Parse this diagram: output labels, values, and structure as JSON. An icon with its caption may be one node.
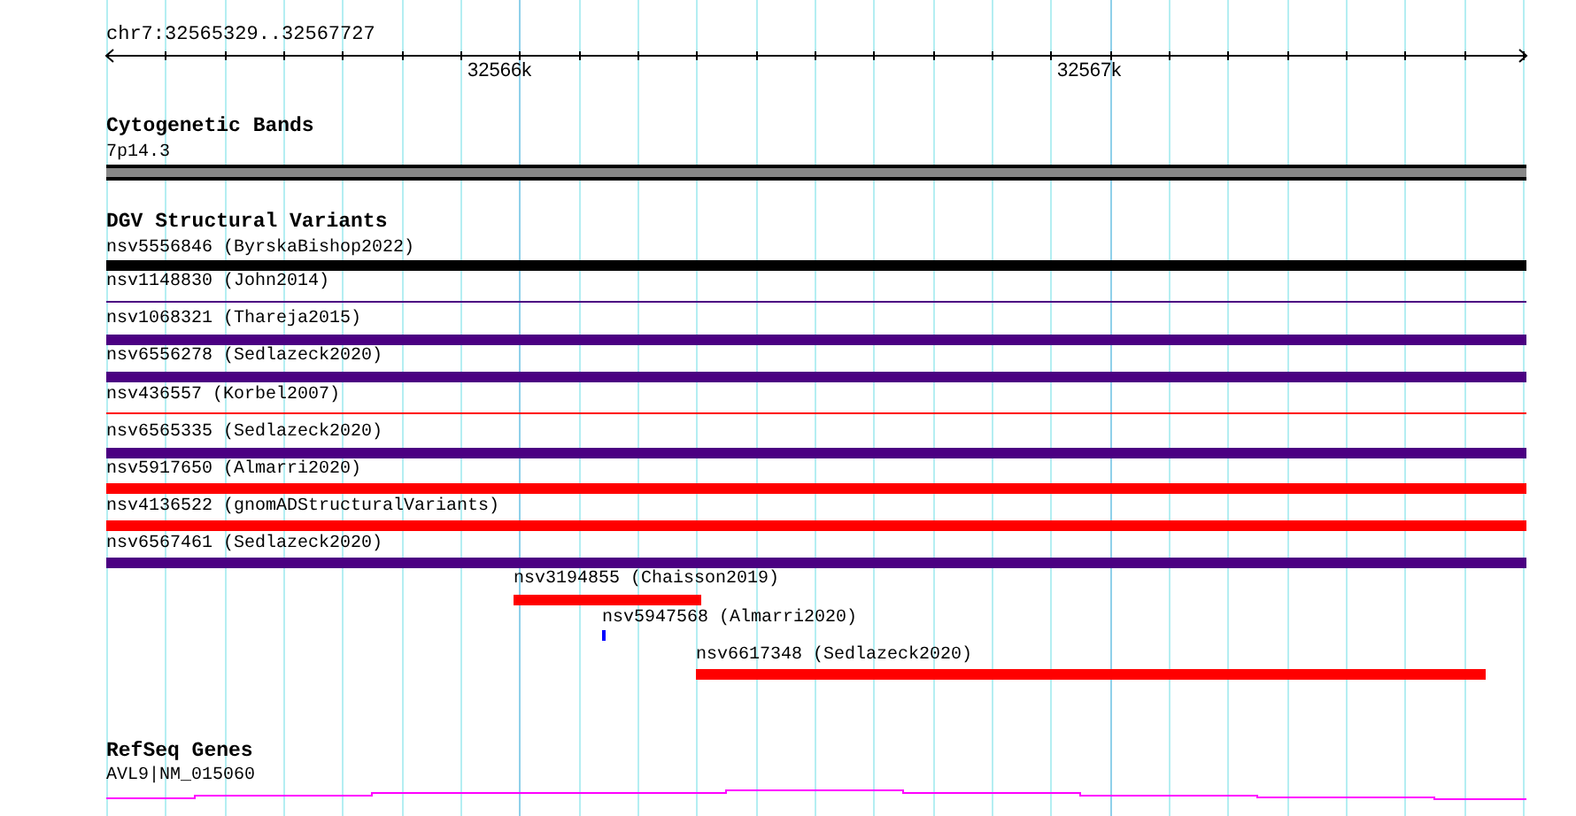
{
  "diagram": {
    "nodes": [
      {
        "text": [
          "7p14.3"
        ]
      },
      {
        "text": [
          "nsv5556846 (ByrskaBishop2022)"
        ]
      },
      {
        "text": [
          "nsv1148830 (John2014)"
        ]
      },
      {
        "text": [
          "nsv1068321 (Thareja2015)"
        ]
      },
      {
        "text": [
          "nsv6556278 (Sedlazeck2020)"
        ]
      },
      {
        "text": [
          "nsv436557 (Korbel2007)"
        ]
      },
      {
        "text": [
          "nsv6565335 (Sedlazeck2020)"
        ]
      },
      {
        "text": [
          "nsv5917650 (Almarri2020)"
        ]
      },
      {
        "text": [
          "nsv4136522 (gnomADStructuralVariants)"
        ]
      },
      {
        "text": [
          "nsv6567461 (Sedlazeck2020)"
        ]
      },
      {
        "text": [
          "nsv3194855 (Chaisson2019)"
        ]
      },
      {
        "text": [
          "nsv5947568 (Almarri2020)"
        ]
      },
      {
        "text": [
          "nsv6617348 (Sedlazeck2020)"
        ]
      },
      {
        "text": [
          "AVL9|NM_015060"
        ]
      }
    ],
    "edges": [],
    "labels": [
      "chr7:32565329..32567727",
      "32566k",
      "32567k",
      "Cytogenetic Bands",
      "DGV Structural Variants",
      "RefSeq Genes"
    ]
  }
}
